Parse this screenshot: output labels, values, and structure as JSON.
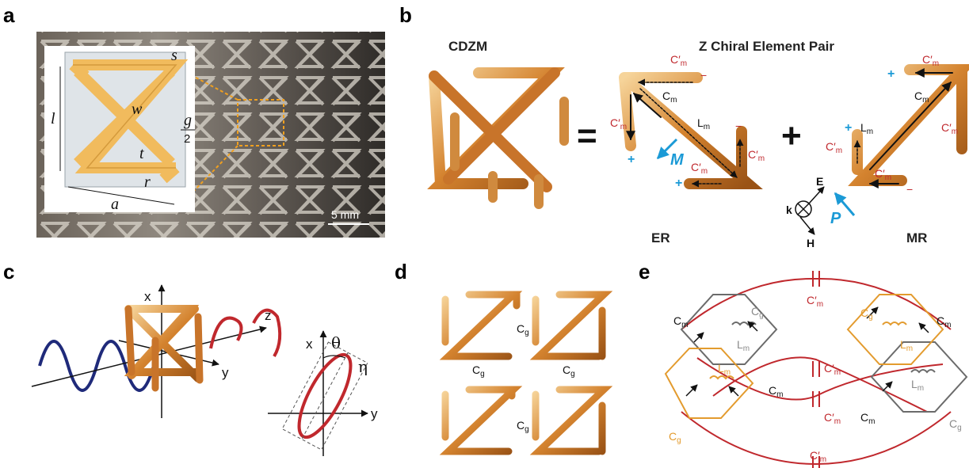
{
  "panels": {
    "a": {
      "label": "a",
      "params": {
        "s": "s",
        "l": "l",
        "w": "w",
        "g": "g",
        "g_den": "2",
        "t": "t",
        "r": "r",
        "a": "a"
      },
      "scale_bar": "5 mm"
    },
    "b": {
      "label": "b",
      "title_left": "CDZM",
      "title_right": "Z Chiral Element Pair",
      "equals": "=",
      "plus": "+",
      "er_label": "ER",
      "mr_label": "MR",
      "cm": "C",
      "cm_sub": "m",
      "cpm": "C′",
      "cpm_sub": "m",
      "lm": "L",
      "lm_sub": "m",
      "m_vec": "M",
      "p_vec": "P",
      "e_label": "E",
      "h_label": "H",
      "k_label": "k",
      "plus_sign": "+",
      "minus_sign": "−"
    },
    "c": {
      "label": "c",
      "x_axis": "x",
      "y_axis": "y",
      "z_axis": "z",
      "theta": "θ",
      "eta": "η"
    },
    "d": {
      "label": "d",
      "cg": "C",
      "cg_sub": "g"
    },
    "e": {
      "label": "e",
      "cm": "C",
      "cm_sub": "m",
      "cpm": "C′",
      "cpm_sub": "m",
      "cg": "C",
      "cg_sub": "g",
      "lm": "L",
      "lm_sub": "m"
    }
  },
  "colors": {
    "gold": "#f0b85a",
    "orange_rod": "#c8742a",
    "red": "#c0282d",
    "blue": "#1b9ad6",
    "gray": "#6b6b6b",
    "orange_wire": "#e39b2e",
    "navy": "#1f2a7a"
  }
}
